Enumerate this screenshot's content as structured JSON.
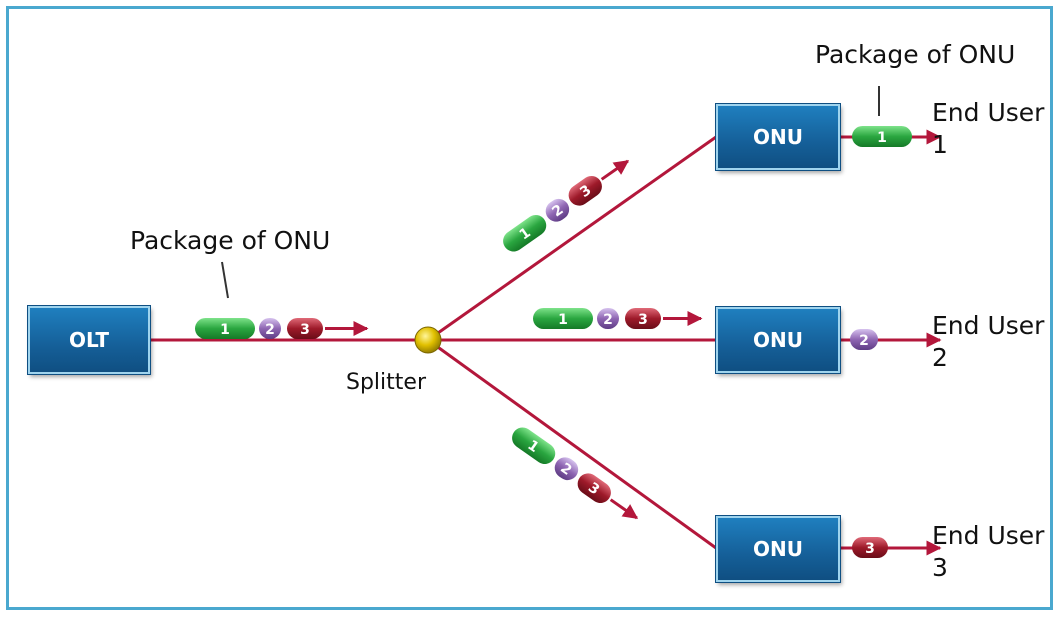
{
  "devices": {
    "olt": "OLT",
    "onu1": "ONU",
    "onu2": "ONU",
    "onu3": "ONU"
  },
  "labels": {
    "package_left": "Package of ONU",
    "package_top": "Package of ONU",
    "splitter": "Splitter"
  },
  "end_users": [
    {
      "line1": "End User",
      "line2": "1"
    },
    {
      "line1": "End User",
      "line2": "2"
    },
    {
      "line1": "End User",
      "line2": "3"
    }
  ],
  "packets": [
    "1",
    "2",
    "3"
  ],
  "colors": {
    "frame": "#4aa8cf",
    "line": "#b3173b",
    "packet1": "#2aa640",
    "packet2": "#8f66b3",
    "packet3": "#9e1a2a",
    "box": "#155f98",
    "splitter": "#e1c000"
  }
}
